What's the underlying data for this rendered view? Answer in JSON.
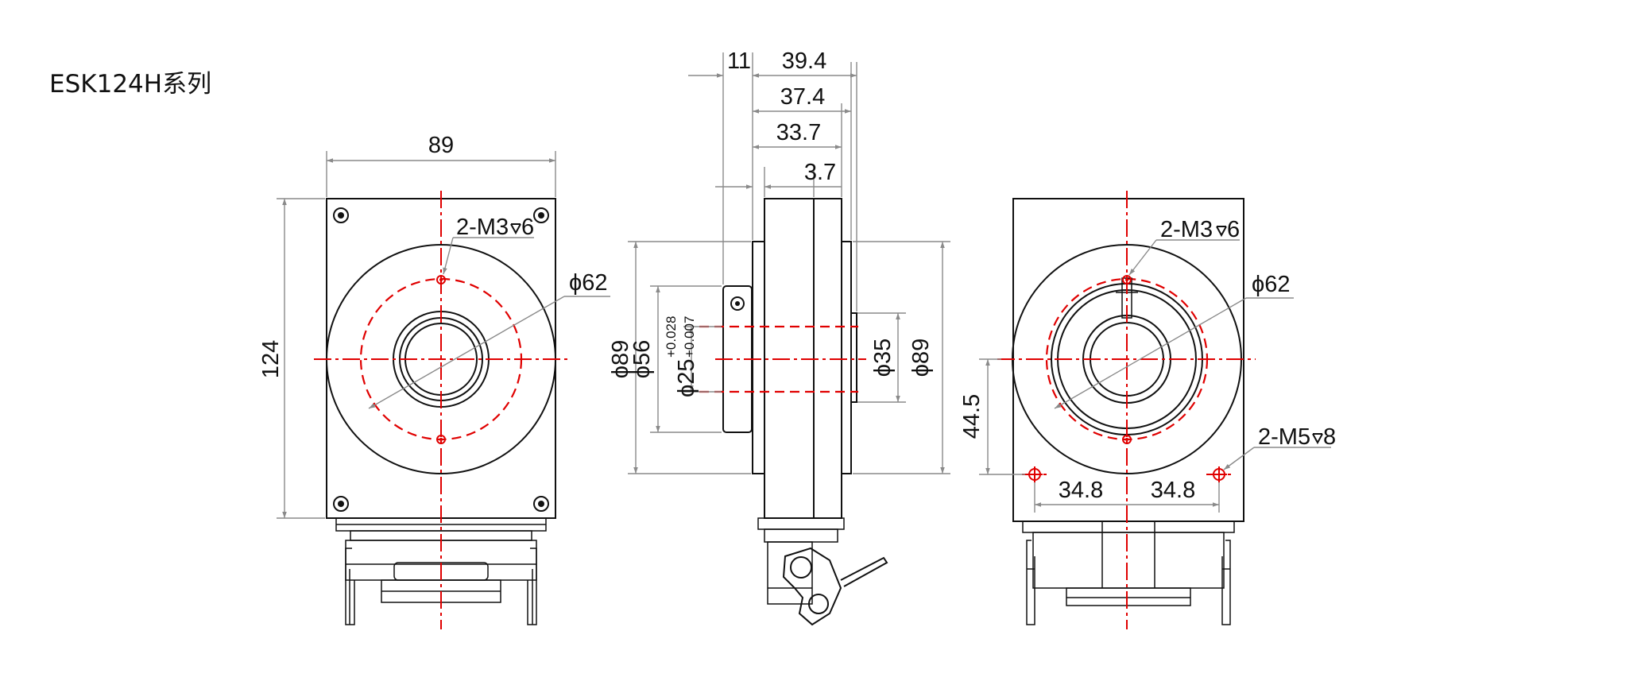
{
  "title": "ESK124H系列",
  "front_view": {
    "width": "89",
    "height": "124",
    "holes": "2-M3",
    "holes_depth": "6",
    "bolt_circle": "ϕ62"
  },
  "side_view": {
    "d_11": "11",
    "d_39_4": "39.4",
    "d_37_4": "37.4",
    "d_33_7": "33.7",
    "d_3_7": "3.7",
    "dia_89_left": "ϕ89",
    "dia_56": "ϕ56",
    "dia_25": "ϕ25",
    "tol_upper": "+0.028",
    "tol_lower": "+0.007",
    "dia_35": "ϕ35",
    "dia_89_right": "ϕ89"
  },
  "rear_view": {
    "holes_top": "2-M3",
    "holes_top_depth": "6",
    "bolt_circle": "ϕ62",
    "holes_bottom": "2-M5",
    "holes_bottom_depth": "8",
    "height_44_5": "44.5",
    "span_left": "34.8",
    "span_right": "34.8"
  }
}
